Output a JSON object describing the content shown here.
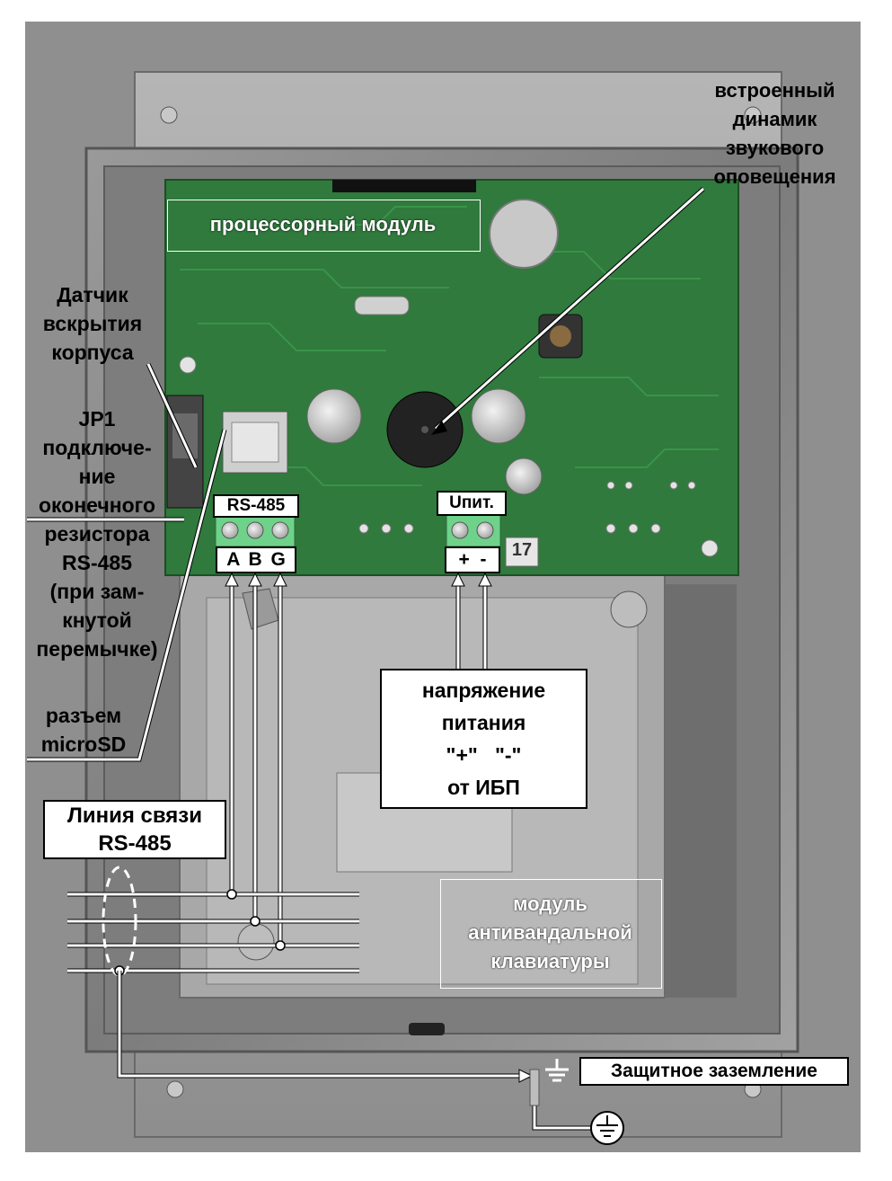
{
  "labels": {
    "processor_module": "процессорный модуль",
    "speaker": [
      "встроенный",
      "динамик",
      "звукового",
      "оповещения"
    ],
    "tamper_sensor": [
      "Датчик",
      "вскрытия",
      "корпуса"
    ],
    "jp1": [
      "JP1",
      "подключе-",
      "ние",
      "оконечного",
      "резистора",
      "RS-485",
      "(при зам-",
      "кнутой",
      "перемычке)"
    ],
    "microsd": [
      "разъем",
      "microSD"
    ],
    "rs485_terminal": "RS-485",
    "rs485_pins": "A B G",
    "power_terminal": "Uпит.",
    "power_pins": "+  -",
    "board_number": "17",
    "power_supply": [
      "напряжение",
      "питания",
      "\"+\"   \"-\"",
      "от ИБП"
    ],
    "line_rs485": [
      "Линия связи",
      "RS-485"
    ],
    "keypad_module": [
      "модуль",
      "антивандальной",
      "клавиатуры"
    ],
    "ground": "Защитное заземление"
  },
  "colors": {
    "pcb": "#2f7a3c",
    "metal": "#8c8c8c",
    "terminal": "#6fd28a"
  }
}
